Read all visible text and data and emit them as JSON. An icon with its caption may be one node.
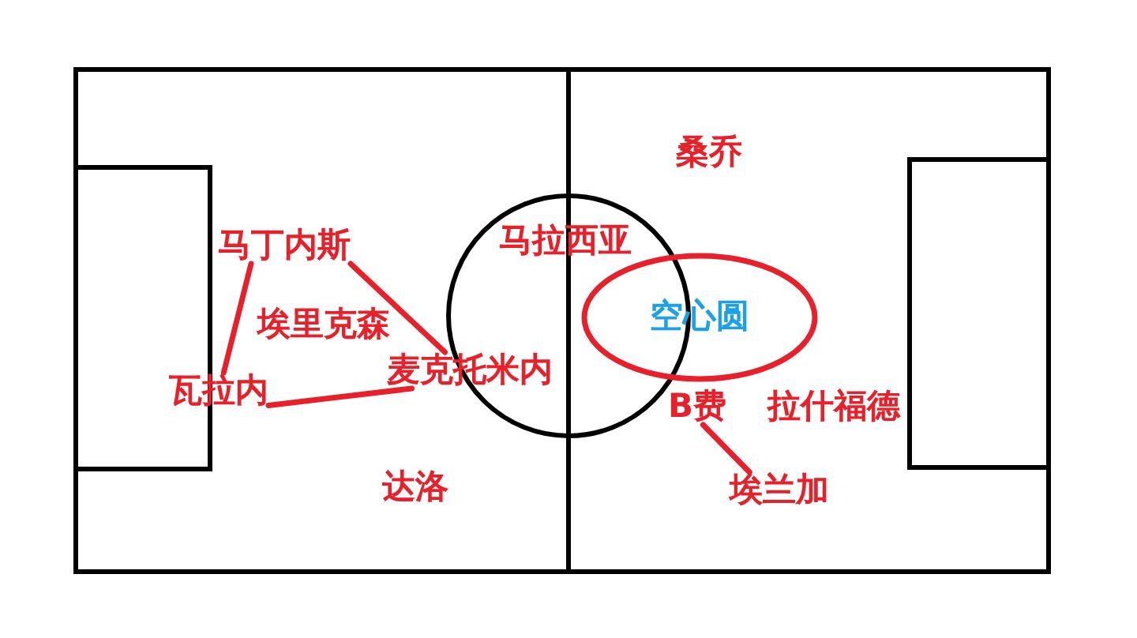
{
  "diagram": {
    "nodes": [
      {
        "text": [
          "桑乔"
        ]
      },
      {
        "text": [
          "马丁内斯"
        ]
      },
      {
        "text": [
          "马拉西亚"
        ]
      },
      {
        "text": [
          "空心圆"
        ]
      },
      {
        "text": [
          "埃里克森"
        ]
      },
      {
        "text": [
          "麦克托米内"
        ]
      },
      {
        "text": [
          "瓦拉内"
        ]
      },
      {
        "text": [
          "B费"
        ]
      },
      {
        "text": [
          "拉什福德"
        ]
      },
      {
        "text": [
          "达洛"
        ]
      },
      {
        "text": [
          "埃兰加"
        ]
      }
    ],
    "edges": [
      {
        "from": 1,
        "to": 6,
        "arrow": "none"
      },
      {
        "from": 1,
        "to": 5,
        "arrow": "none"
      },
      {
        "from": 6,
        "to": 5,
        "arrow": "none"
      },
      {
        "from": 7,
        "to": 10,
        "arrow": "none"
      }
    ]
  }
}
